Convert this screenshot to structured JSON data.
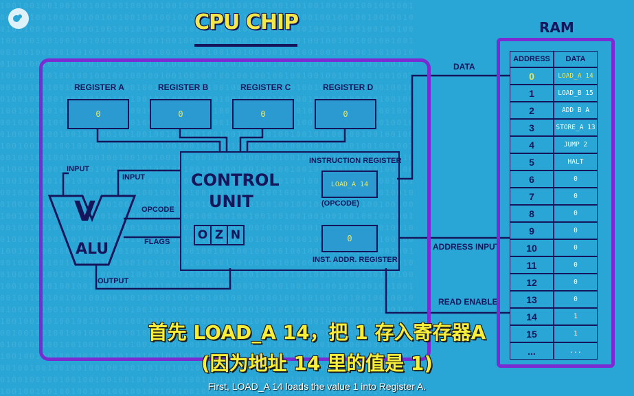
{
  "chip": {
    "title": "CPU CHIP"
  },
  "ram": {
    "title": "RAM",
    "header_address": "ADDRESS",
    "header_data": "DATA",
    "rows": [
      {
        "address": "0",
        "data": "LOAD_A 14"
      },
      {
        "address": "1",
        "data": "LOAD_B 15"
      },
      {
        "address": "2",
        "data": "ADD B A"
      },
      {
        "address": "3",
        "data": "STORE_A 13"
      },
      {
        "address": "4",
        "data": "JUMP 2"
      },
      {
        "address": "5",
        "data": "HALT"
      },
      {
        "address": "6",
        "data": "0"
      },
      {
        "address": "7",
        "data": "0"
      },
      {
        "address": "8",
        "data": "0"
      },
      {
        "address": "9",
        "data": "0"
      },
      {
        "address": "10",
        "data": "0"
      },
      {
        "address": "11",
        "data": "0"
      },
      {
        "address": "12",
        "data": "0"
      },
      {
        "address": "13",
        "data": "0"
      },
      {
        "address": "14",
        "data": "1"
      },
      {
        "address": "15",
        "data": "1"
      },
      {
        "address": "...",
        "data": "..."
      }
    ],
    "highlight_color": "#f3e84a"
  },
  "registers": [
    {
      "label": "REGISTER A",
      "value": "0"
    },
    {
      "label": "REGISTER B",
      "value": "0"
    },
    {
      "label": "REGISTER C",
      "value": "0"
    },
    {
      "label": "REGISTER D",
      "value": "0"
    }
  ],
  "control_unit": {
    "line1": "CONTROL",
    "line2": "UNIT",
    "flags": [
      "O",
      "Z",
      "N"
    ],
    "instruction_register_label": "INSTRUCTION REGISTER",
    "instruction_value": "LOAD_A 14",
    "opcode_label": "(OPCODE)",
    "inst_addr_label": "INST. ADDR. REGISTER",
    "inst_addr_value": "0"
  },
  "alu": {
    "label": "ALU",
    "input1": "INPUT",
    "input2": "INPUT",
    "opcode": "OPCODE",
    "flags": "FLAGS",
    "output": "OUTPUT"
  },
  "buses": {
    "data": "DATA",
    "address_input": "ADDRESS INPUT",
    "read_enable": "READ ENABLE"
  },
  "subtitles": {
    "cn_line1": "首先 LOAD_A 14，把 1 存入寄存器A",
    "cn_line2": "(因为地址 14 里的值是 1)",
    "en": "First, LOAD_A 14 loads the value 1 into Register A."
  },
  "colors": {
    "background": "#2aa6d6",
    "outline": "#7a2bd1",
    "navy": "#14155a",
    "value_yellow": "#e9e76a"
  }
}
